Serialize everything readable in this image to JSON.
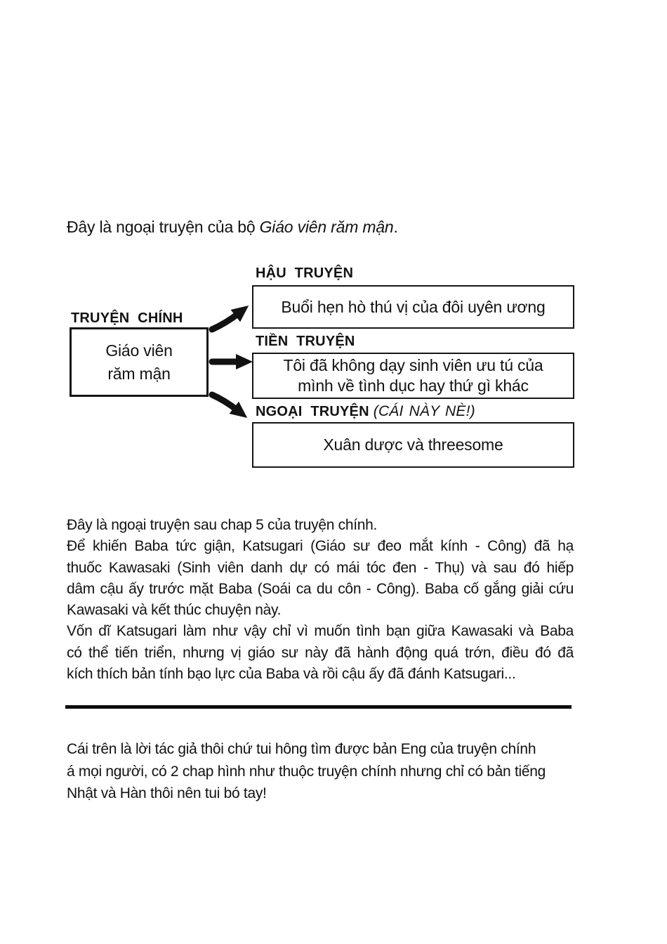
{
  "intro": {
    "prefix": "Đây là ngoại truyện của bộ ",
    "title": "Giáo viên răm mận",
    "suffix": "."
  },
  "diagram": {
    "main": {
      "label": "TRUYỆN CHÍNH",
      "box_line1": "Giáo viên",
      "box_line2": "răm mận"
    },
    "sequel": {
      "label": "HẬU TRUYỆN",
      "box": "Buổi hẹn hò thú vị của đôi uyên ương"
    },
    "prequel": {
      "label": "TIỀN TRUYỆN",
      "box_line1": "Tôi đã không dạy sinh viên ưu tú của",
      "box_line2": "mình về tình dục hay thứ gì khác"
    },
    "side_story": {
      "label": "NGOẠI TRUYỆN",
      "note": "(CÁI NÀY NÈ!)",
      "box": "Xuân dược và threesome"
    }
  },
  "synopsis": {
    "line1": "Đây là ngoại truyện sau chap 5 của truyện chính.",
    "line2": "Để khiến Baba tức giận, Katsugari (Giáo sư đeo mắt kính - Công) đã hạ",
    "line3": "thuốc Kawasaki (Sinh viên danh dự có mái tóc đen - Thụ) và sau đó hiếp",
    "line4": "dâm cậu ấy trước mặt Baba (Soái ca du côn - Công). Baba cố gắng giải cứu",
    "line5": "Kawasaki và kết thúc chuyện này.",
    "line6": "Vốn dĩ Katsugari làm như vậy chỉ vì muốn tình bạn giữa Kawasaki và Baba",
    "line7": "có thể tiến triển, nhưng vị giáo sư này đã hành động quá trớn, điều đó đã",
    "line8": "kích thích bản tính bạo lực của Baba và rồi cậu ấy đã đánh Katsugari..."
  },
  "translator_note": {
    "line1": "Cái trên là lời tác giả thôi chứ tui hông tìm được bản Eng của truyện chính",
    "line2": "á mọi người, có 2 chap hình như thuộc truyện chính nhưng chỉ có bản tiếng",
    "line3": "Nhật và Hàn thôi nên tui bó tay!"
  },
  "colors": {
    "ink": "#121212",
    "page": "#ffffff"
  }
}
